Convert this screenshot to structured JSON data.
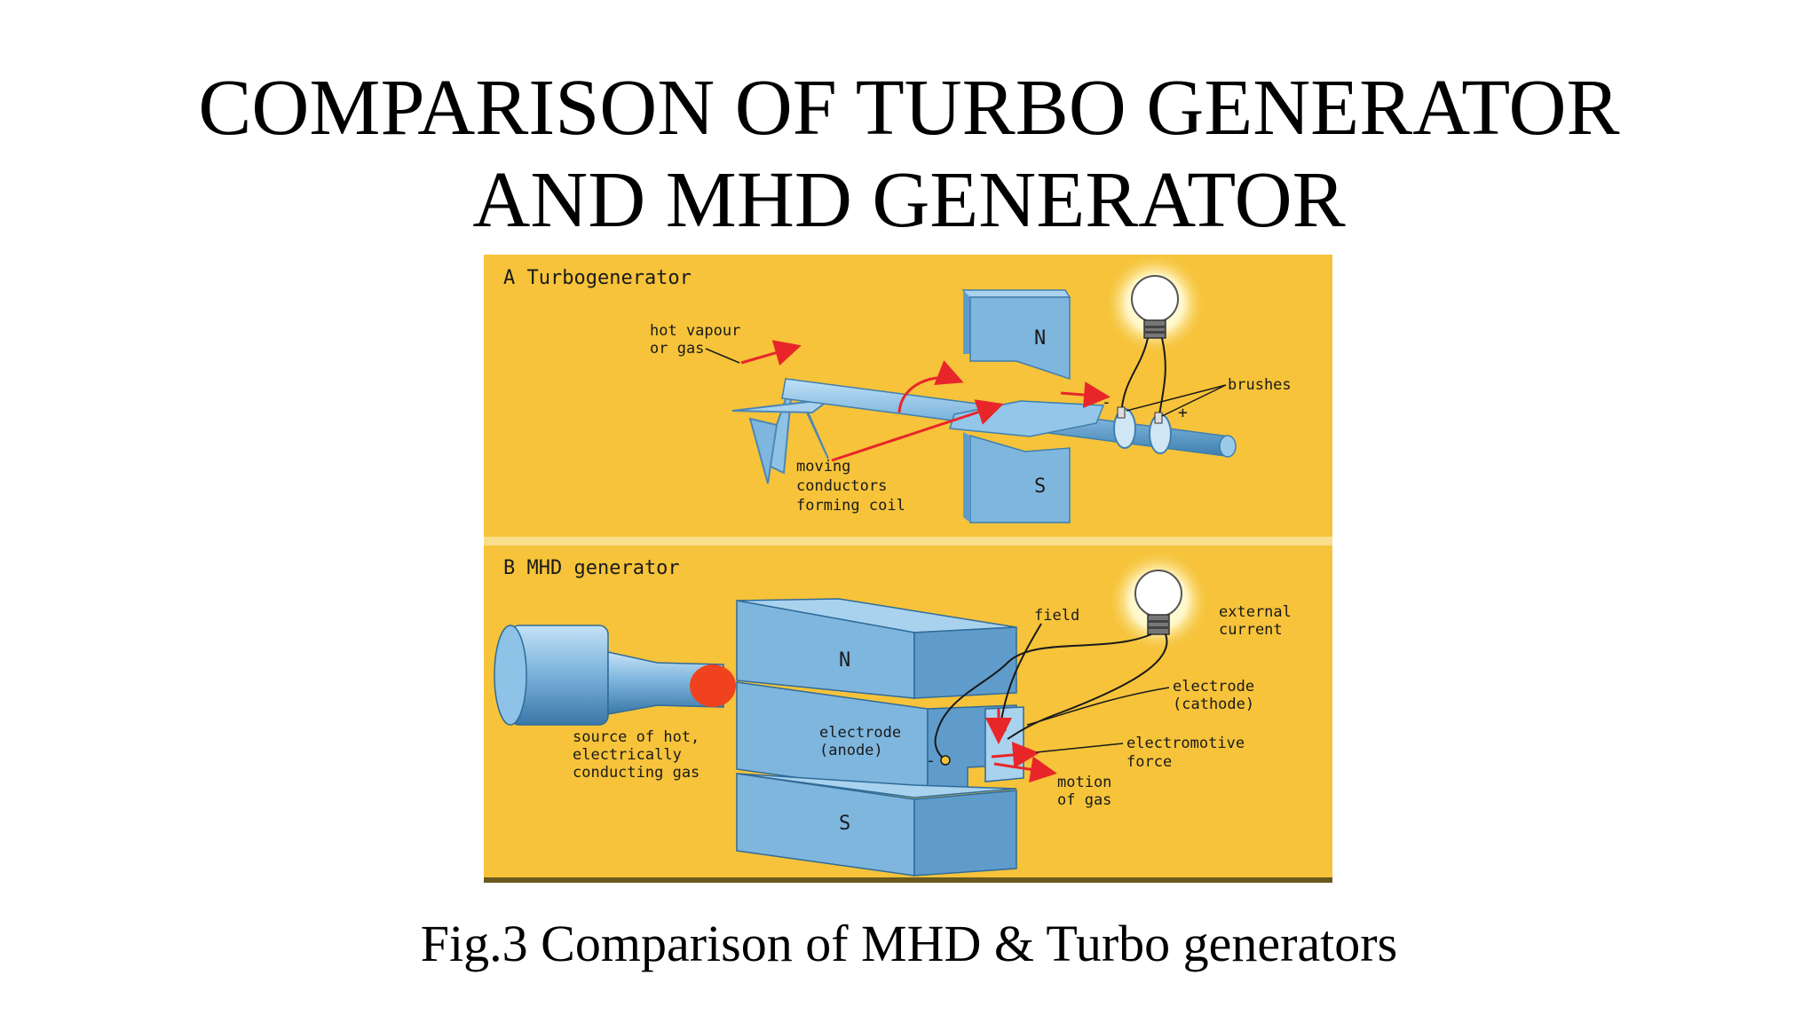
{
  "slide": {
    "title_line1": "COMPARISON OF TURBO GENERATOR",
    "title_line2": "AND MHD GENERATOR",
    "caption": "Fig.3 Comparison of MHD & Turbo generators"
  },
  "panel_a": {
    "heading": "A  Turbogenerator",
    "hot_vapour_1": "hot vapour",
    "hot_vapour_2": "or gas",
    "north": "N",
    "south": "S",
    "brushes": "brushes",
    "moving_1": "moving",
    "moving_2": "conductors",
    "moving_3": "forming coil",
    "minus": "-",
    "plus": "+"
  },
  "panel_b": {
    "heading": "B  MHD generator",
    "north": "N",
    "south": "S",
    "field": "field",
    "external_1": "external",
    "external_2": "current",
    "electrode_c1": "electrode",
    "electrode_c2": "(cathode)",
    "electrode_a1": "electrode",
    "electrode_a2": "(anode)",
    "minus": "-",
    "emf_1": "electromotive",
    "emf_2": "force",
    "motion_1": "motion",
    "motion_2": "of gas",
    "source_1": "source of hot,",
    "source_2": "electrically",
    "source_3": "conducting gas"
  },
  "colors": {
    "panel_bg": "#F6C33A",
    "divider": "#F9DE8B",
    "metal_blue": "#7FB6DE",
    "arrow_red": "#E8262A",
    "hot_gas": "#F0421E"
  }
}
